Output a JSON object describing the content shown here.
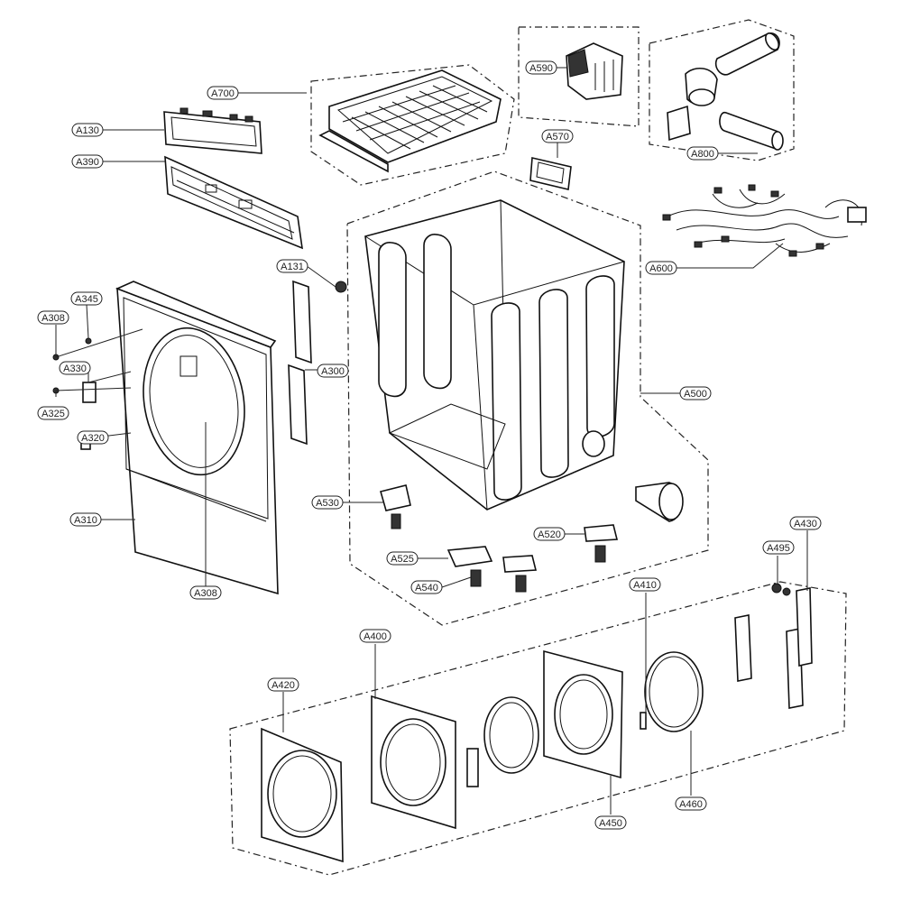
{
  "diagram": {
    "type": "exploded-parts-diagram",
    "watermark": "",
    "callouts": [
      {
        "id": "A700",
        "label": "A700"
      },
      {
        "id": "A130",
        "label": "A130"
      },
      {
        "id": "A390",
        "label": "A390"
      },
      {
        "id": "A590",
        "label": "A590"
      },
      {
        "id": "A570",
        "label": "A570"
      },
      {
        "id": "A800",
        "label": "A800"
      },
      {
        "id": "A600",
        "label": "A600"
      },
      {
        "id": "A131",
        "label": "A131"
      },
      {
        "id": "A345",
        "label": "A345"
      },
      {
        "id": "A308a",
        "label": "A308"
      },
      {
        "id": "A330",
        "label": "A330"
      },
      {
        "id": "A325",
        "label": "A325"
      },
      {
        "id": "A320",
        "label": "A320"
      },
      {
        "id": "A310",
        "label": "A310"
      },
      {
        "id": "A308b",
        "label": "A308"
      },
      {
        "id": "A300",
        "label": "A300"
      },
      {
        "id": "A500",
        "label": "A500"
      },
      {
        "id": "A530",
        "label": "A530"
      },
      {
        "id": "A525",
        "label": "A525"
      },
      {
        "id": "A540",
        "label": "A540"
      },
      {
        "id": "A520",
        "label": "A520"
      },
      {
        "id": "A430",
        "label": "A430"
      },
      {
        "id": "A495",
        "label": "A495"
      },
      {
        "id": "A410",
        "label": "A410"
      },
      {
        "id": "A400",
        "label": "A400"
      },
      {
        "id": "A420",
        "label": "A420"
      },
      {
        "id": "A450",
        "label": "A450"
      },
      {
        "id": "A460",
        "label": "A460"
      }
    ]
  }
}
